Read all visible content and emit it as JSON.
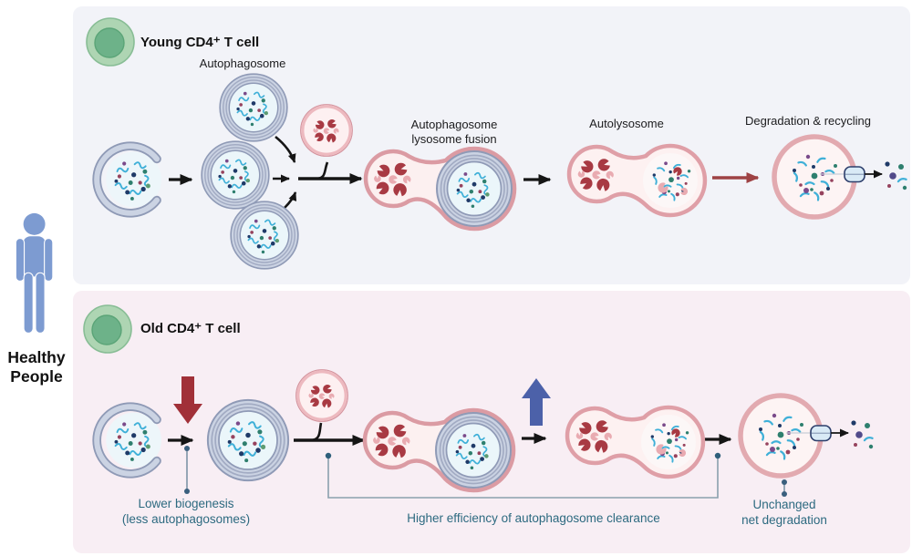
{
  "left_sidebar": {
    "label": "Healthy\nPeople"
  },
  "young_panel": {
    "title": "Young CD4⁺ T cell",
    "autophagosome_label": "Autophagosome",
    "fusion_label": "Autophagosome\nlysosome fusion",
    "autolysosome_label": "Autolysosome",
    "degradation_label": "Degradation & recycling"
  },
  "old_panel": {
    "title": "Old CD4⁺ T cell",
    "lower_biogenesis_label": "Lower biogenesis\n(less autophagosomes)",
    "higher_efficiency_label": "Higher efficiency of autophagosome clearance",
    "unchanged_label": "Unchanged\nnet degradation"
  },
  "colors": {
    "young_panel_bg": "#f2f3f8",
    "old_panel_bg": "#f8eef4",
    "annotation_teal": "#2d6a80",
    "person_blue": "#7d9bd1",
    "cell_green": "#6db289",
    "decrease_arrow_red": "#a13038",
    "increase_arrow_blue": "#4c61a9",
    "degradation_arrow_red": "#9e4244",
    "autophagosome_blue": "#aab4cc",
    "lysosome_pink": "#e2a3ab"
  }
}
